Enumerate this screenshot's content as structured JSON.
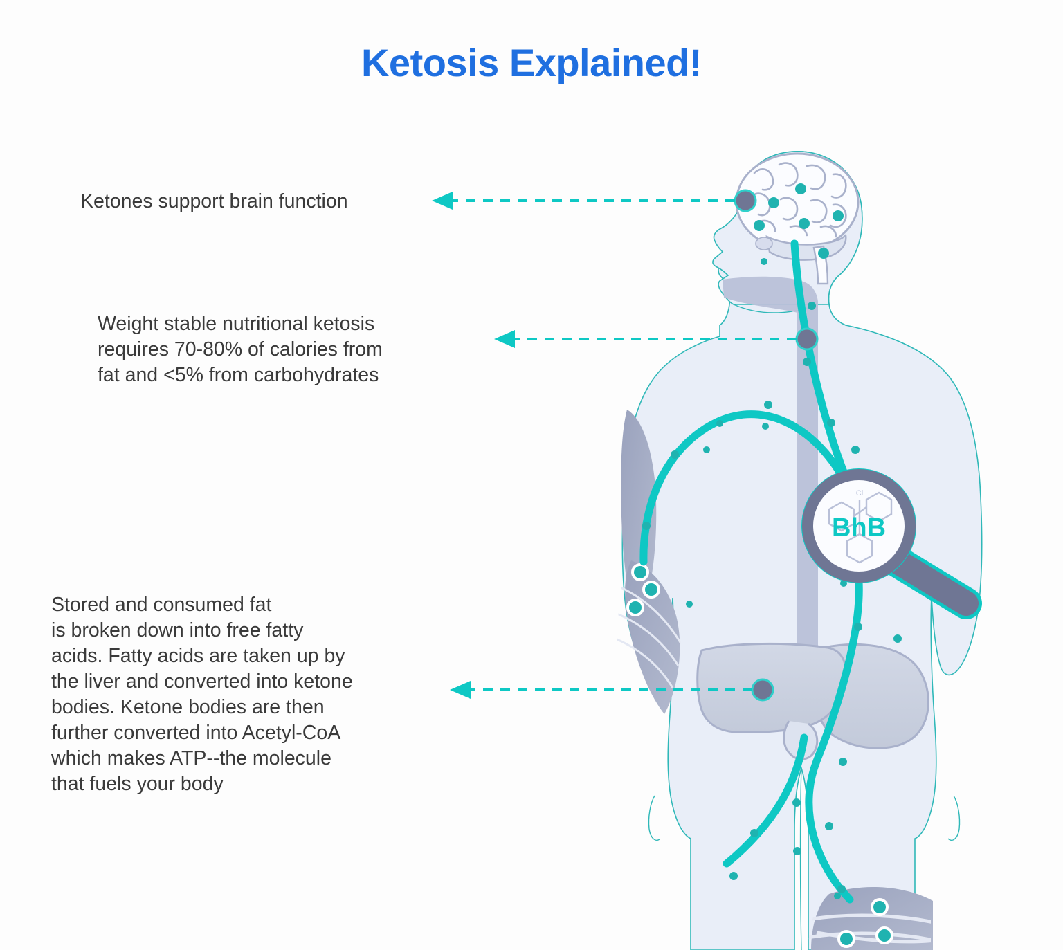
{
  "title": "Ketosis Explained!",
  "colors": {
    "title_blue": "#1f6fe0",
    "teal": "#0ec8c4",
    "teal_dark": "#1aa9a6",
    "slate": "#6f7694",
    "body_fill": "#e9eef8",
    "body_outline": "#2fb8b8",
    "organ_fill": "#c9cfdf",
    "muscle_fill": "#a3abc4",
    "text": "#3a3a3a",
    "background": "#fdfdfd"
  },
  "callouts": [
    {
      "id": "brain",
      "text": "Ketones support brain function",
      "target": "brain"
    },
    {
      "id": "diet",
      "text": "Weight stable nutritional ketosis\nrequires 70-80% of calories from\nfat and <5% from carbohydrates",
      "target": "neck-esophagus"
    },
    {
      "id": "liver",
      "text": "Stored and consumed fat\nis broken down into free fatty\nacids.  Fatty acids are taken up by\nthe liver and converted into ketone\nbodies. Ketone bodies are then\nfurther converted into Acetyl-CoA\nwhich makes ATP--the molecule\nthat fuels your body",
      "target": "liver"
    }
  ],
  "magnifier": {
    "label": "BhB",
    "molecule_atom_label": "Cl"
  },
  "figure": {
    "alt": "human body silhouette in profile showing brain, esophagus, liver, muscle tissue and teal ketone pathways"
  }
}
